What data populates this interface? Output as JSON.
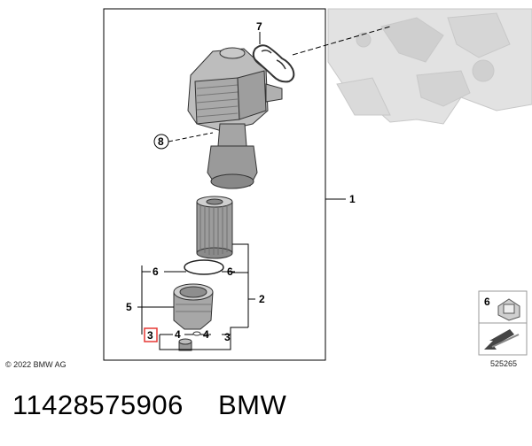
{
  "diagram": {
    "callouts": {
      "c1": "1",
      "c2": "2",
      "c3": "3",
      "c4a": "4",
      "c4b": "4",
      "c5": "5",
      "c6a": "6",
      "c6b": "6",
      "c7": "7",
      "c8": "8",
      "c3box": "3"
    },
    "copyright": "© 2022 BMW AG",
    "legend_number": "6",
    "image_id": "525265"
  },
  "footer": {
    "part_number": "11428575906",
    "brand": "BMW"
  },
  "colors": {
    "highlight": "#e53935",
    "line": "#000000",
    "engine_gray": "#d8d8d8"
  }
}
